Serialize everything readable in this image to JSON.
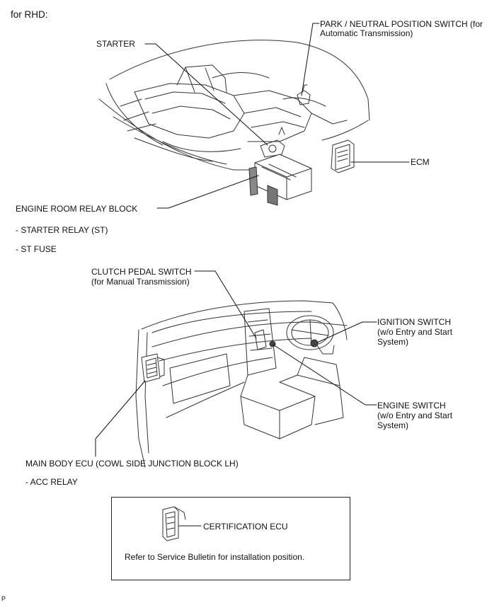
{
  "header": {
    "title": "for RHD:"
  },
  "engine_bay": {
    "starter": "STARTER",
    "park_neutral_line1": "PARK / NEUTRAL POSITION SWITCH (for",
    "park_neutral_line2": "Automatic Transmission)",
    "ecm": "ECM",
    "relay_block": "ENGINE ROOM RELAY BLOCK",
    "starter_relay": "- STARTER RELAY (ST)",
    "st_fuse": "- ST FUSE"
  },
  "cabin": {
    "clutch_line1": "CLUTCH PEDAL SWITCH",
    "clutch_line2": "(for Manual Transmission)",
    "ignition_line1": "IGNITION SWITCH",
    "ignition_line2": "(w/o Entry and Start",
    "ignition_line3": "System)",
    "engine_switch_line1": "ENGINE SWITCH",
    "engine_switch_line2": "(w/o Entry and Start",
    "engine_switch_line3": "System)",
    "main_body_ecu": "MAIN BODY ECU (COWL SIDE JUNCTION BLOCK LH)",
    "acc_relay": "- ACC RELAY"
  },
  "note_box": {
    "certification_ecu": "CERTIFICATION ECU",
    "note": "Refer to Service Bulletin for installation position."
  },
  "corner_mark": "P"
}
